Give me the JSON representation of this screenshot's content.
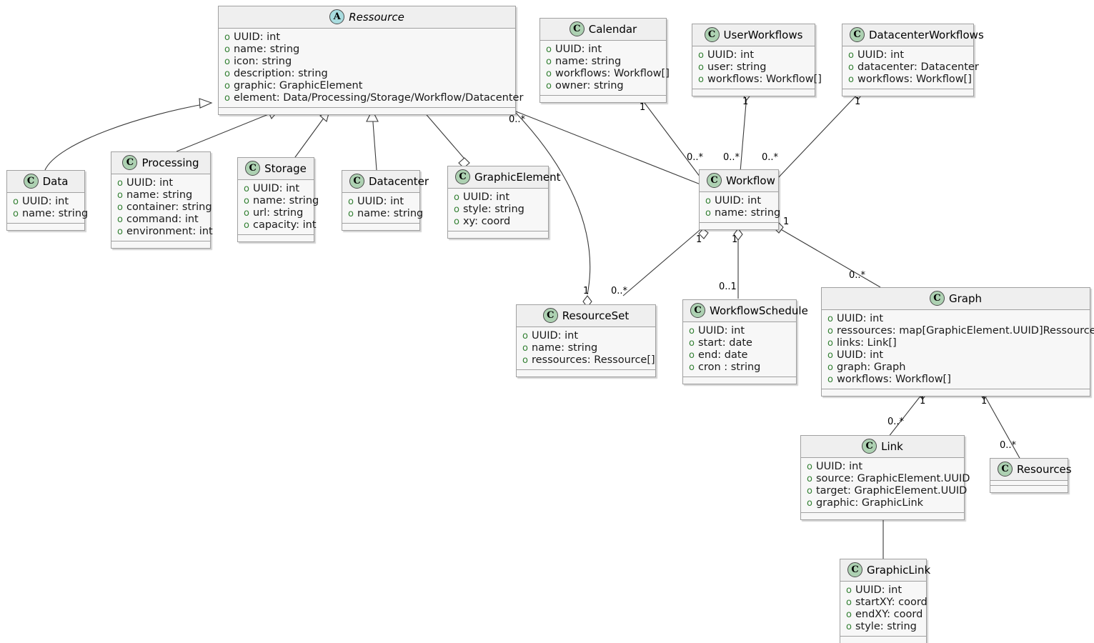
{
  "diagram": {
    "type": "uml-class-diagram",
    "background": "#FFFFFF",
    "colors": {
      "class_header": "#EFEFEF",
      "class_body": "#F7F7F7",
      "border": "#A0A0A0",
      "class_icon": "#ADD1B2",
      "abstract_icon": "#A9DCDF",
      "visibility_public": "#338033",
      "edge": "#3A3A3A"
    }
  },
  "classes": {
    "ressource": {
      "name": "Ressource",
      "stereotype": "A",
      "abstract": true,
      "attributes": [
        "UUID: int",
        "name: string",
        "icon: string",
        "description: string",
        "graphic: GraphicElement",
        "element: Data/Processing/Storage/Workflow/Datacenter"
      ]
    },
    "data": {
      "name": "Data",
      "stereotype": "C",
      "abstract": false,
      "attributes": [
        "UUID: int",
        "name: string"
      ]
    },
    "processing": {
      "name": "Processing",
      "stereotype": "C",
      "abstract": false,
      "attributes": [
        "UUID: int",
        "name: string",
        "container: string",
        "command: int",
        "environment: int"
      ]
    },
    "storage": {
      "name": "Storage",
      "stereotype": "C",
      "abstract": false,
      "attributes": [
        "UUID: int",
        "name: string",
        "url: string",
        "capacity: int"
      ]
    },
    "datacenter": {
      "name": "Datacenter",
      "stereotype": "C",
      "abstract": false,
      "attributes": [
        "UUID: int",
        "name: string"
      ]
    },
    "graphicelement": {
      "name": "GraphicElement",
      "stereotype": "C",
      "abstract": false,
      "attributes": [
        "UUID: int",
        "style: string",
        "xy: coord"
      ]
    },
    "calendar": {
      "name": "Calendar",
      "stereotype": "C",
      "abstract": false,
      "attributes": [
        "UUID: int",
        "name: string",
        "workflows: Workflow[]",
        "owner: string"
      ]
    },
    "userworkflows": {
      "name": "UserWorkflows",
      "stereotype": "C",
      "abstract": false,
      "attributes": [
        "UUID: int",
        "user: string",
        "workflows: Workflow[]"
      ]
    },
    "datacenterworkflows": {
      "name": "DatacenterWorkflows",
      "stereotype": "C",
      "abstract": false,
      "attributes": [
        "UUID: int",
        "datacenter: Datacenter",
        "workflows: Workflow[]"
      ]
    },
    "workflow": {
      "name": "Workflow",
      "stereotype": "C",
      "abstract": false,
      "attributes": [
        "UUID: int",
        "name: string"
      ]
    },
    "resourceset": {
      "name": "ResourceSet",
      "stereotype": "C",
      "abstract": false,
      "attributes": [
        "UUID: int",
        "name: string",
        "ressources: Ressource[]"
      ]
    },
    "workflowschedule": {
      "name": "WorkflowSchedule",
      "stereotype": "C",
      "abstract": false,
      "attributes": [
        "UUID: int",
        "start: date",
        "end: date",
        "cron : string"
      ]
    },
    "graph": {
      "name": "Graph",
      "stereotype": "C",
      "abstract": false,
      "attributes": [
        "UUID: int",
        "ressources: map[GraphicElement.UUID]Ressource",
        "links: Link[]",
        "UUID: int",
        "graph: Graph",
        "workflows: Workflow[]"
      ]
    },
    "link": {
      "name": "Link",
      "stereotype": "C",
      "abstract": false,
      "attributes": [
        "UUID: int",
        "source: GraphicElement.UUID",
        "target: GraphicElement.UUID",
        "graphic: GraphicLink"
      ]
    },
    "resources": {
      "name": "Resources",
      "stereotype": "C",
      "abstract": false,
      "attributes": []
    },
    "graphiclink": {
      "name": "GraphicLink",
      "stereotype": "C",
      "abstract": false,
      "attributes": [
        "UUID: int",
        "startXY: coord",
        "endXY: coord",
        "style: string"
      ]
    }
  },
  "edge_labels": {
    "ressource_graph_mult": "0..*",
    "calendar_workflow_one": "1",
    "userworkflows_workflow_one": "1",
    "datacenterworkflows_workflow_one": "1",
    "workflow_from_calendar": "0..*",
    "workflow_from_user": "0..*",
    "workflow_from_datacenter": "0..*",
    "workflow_resourceset_one": "1",
    "workflow_schedule_one": "1",
    "workflow_graph_one": "1",
    "resourceset_one": "1",
    "resourceset_mult": "0..*",
    "schedule_mult": "0..1",
    "graph_mult": "0..*",
    "graph_link_one": "1",
    "graph_resources_one": "1",
    "link_mult": "0..*",
    "resources_mult": "0..*"
  }
}
